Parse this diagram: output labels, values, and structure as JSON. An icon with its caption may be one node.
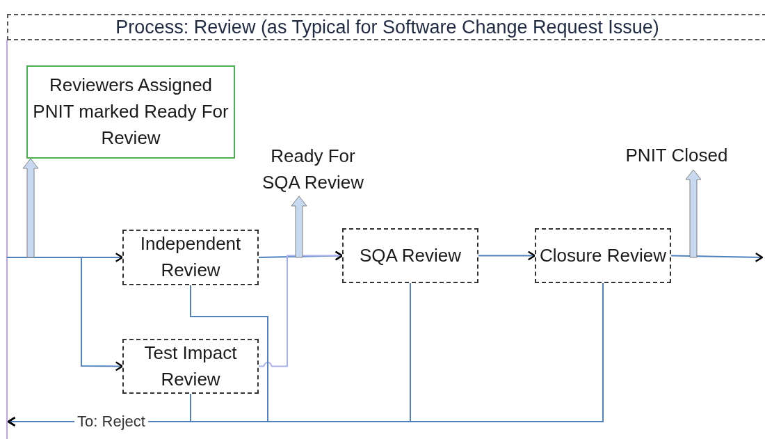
{
  "diagram": {
    "title": "Process: Review (as Typical for Software Change Request Issue)",
    "nodes": [
      {
        "text": [
          "Reviewers Assigned PNIT marked Ready For Review"
        ]
      },
      {
        "text": [
          "Ready For SQA Review"
        ]
      },
      {
        "text": [
          "PNIT Closed"
        ]
      },
      {
        "text": [
          "Independent Review"
        ]
      },
      {
        "text": [
          "Test Impact Review"
        ]
      },
      {
        "text": [
          "SQA Review"
        ]
      },
      {
        "text": [
          "Closure Review"
        ]
      }
    ],
    "edges": [
      {
        "from": null,
        "to": 3,
        "arrow": "to"
      },
      {
        "from": null,
        "to": 4,
        "arrow": "to"
      },
      {
        "from": 3,
        "to": 5,
        "arrow": "to"
      },
      {
        "from": 4,
        "to": 5,
        "arrow": "to",
        "color": "#a9b0f0"
      },
      {
        "from": 5,
        "to": 6,
        "arrow": "to"
      },
      {
        "from": 6,
        "to": null,
        "arrow": "to"
      },
      {
        "from": null,
        "to": 0,
        "arrow": "to",
        "style": "thick",
        "color": "#c6d9f1"
      },
      {
        "from": null,
        "to": 1,
        "arrow": "to",
        "style": "thick",
        "color": "#c6d9f1"
      },
      {
        "from": null,
        "to": 2,
        "arrow": "to",
        "style": "thick",
        "color": "#c6d9f1"
      },
      {
        "from": 3,
        "to": null,
        "arrow": "to"
      },
      {
        "from": 4,
        "to": null,
        "arrow": "to",
        "label": "To: Reject"
      },
      {
        "from": 5,
        "to": null,
        "arrow": "to"
      },
      {
        "from": 6,
        "to": null,
        "arrow": "to"
      }
    ]
  }
}
